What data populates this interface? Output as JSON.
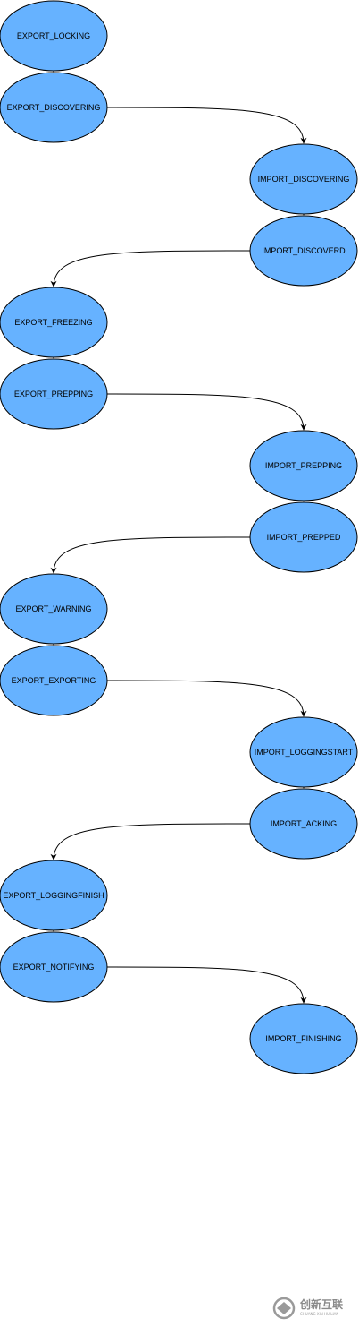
{
  "diagram": {
    "node_color": "#66b2ff",
    "edge_color": "#000000",
    "nodes": [
      {
        "id": "EXPORT_LOCKING",
        "label": "EXPORT_LOCKING",
        "side": "left"
      },
      {
        "id": "EXPORT_DISCOVERING",
        "label": "EXPORT_DISCOVERING",
        "side": "left"
      },
      {
        "id": "IMPORT_DISCOVERING",
        "label": "IMPORT_DISCOVERING",
        "side": "right"
      },
      {
        "id": "IMPORT_DISCOVERD",
        "label": "IMPORT_DISCOVERD",
        "side": "right"
      },
      {
        "id": "EXPORT_FREEZING",
        "label": "EXPORT_FREEZING",
        "side": "left"
      },
      {
        "id": "EXPORT_PREPPING",
        "label": "EXPORT_PREPPING",
        "side": "left"
      },
      {
        "id": "IMPORT_PREPPING",
        "label": "IMPORT_PREPPING",
        "side": "right"
      },
      {
        "id": "IMPORT_PREPPED",
        "label": "IMPORT_PREPPED",
        "side": "right"
      },
      {
        "id": "EXPORT_WARNING",
        "label": "EXPORT_WARNING",
        "side": "left"
      },
      {
        "id": "EXPORT_EXPORTING",
        "label": "EXPORT_EXPORTING",
        "side": "left"
      },
      {
        "id": "IMPORT_LOGGINGSTART",
        "label": "IMPORT_LOGGINGSTART",
        "side": "right"
      },
      {
        "id": "IMPORT_ACKING",
        "label": "IMPORT_ACKING",
        "side": "right"
      },
      {
        "id": "EXPORT_LOGGINGFINISH",
        "label": "EXPORT_LOGGINGFINISH",
        "side": "left"
      },
      {
        "id": "EXPORT_NOTIFYING",
        "label": "EXPORT_NOTIFYING",
        "side": "left"
      },
      {
        "id": "IMPORT_FINISHING",
        "label": "IMPORT_FINISHING",
        "side": "right"
      }
    ],
    "edges": [
      {
        "from": "EXPORT_LOCKING",
        "to": "EXPORT_DISCOVERING"
      },
      {
        "from": "EXPORT_DISCOVERING",
        "to": "IMPORT_DISCOVERING"
      },
      {
        "from": "IMPORT_DISCOVERING",
        "to": "IMPORT_DISCOVERD"
      },
      {
        "from": "IMPORT_DISCOVERD",
        "to": "EXPORT_FREEZING"
      },
      {
        "from": "EXPORT_FREEZING",
        "to": "EXPORT_PREPPING"
      },
      {
        "from": "EXPORT_PREPPING",
        "to": "IMPORT_PREPPING"
      },
      {
        "from": "IMPORT_PREPPING",
        "to": "IMPORT_PREPPED"
      },
      {
        "from": "IMPORT_PREPPED",
        "to": "EXPORT_WARNING"
      },
      {
        "from": "EXPORT_WARNING",
        "to": "EXPORT_EXPORTING"
      },
      {
        "from": "EXPORT_EXPORTING",
        "to": "IMPORT_LOGGINGSTART"
      },
      {
        "from": "IMPORT_LOGGINGSTART",
        "to": "IMPORT_ACKING"
      },
      {
        "from": "IMPORT_ACKING",
        "to": "EXPORT_LOGGINGFINISH"
      },
      {
        "from": "EXPORT_LOGGINGFINISH",
        "to": "EXPORT_NOTIFYING"
      },
      {
        "from": "EXPORT_NOTIFYING",
        "to": "IMPORT_FINISHING"
      }
    ]
  },
  "watermark": {
    "text_cn": "创新互联",
    "text_en": "CHUANG XIN HU LIAN"
  }
}
